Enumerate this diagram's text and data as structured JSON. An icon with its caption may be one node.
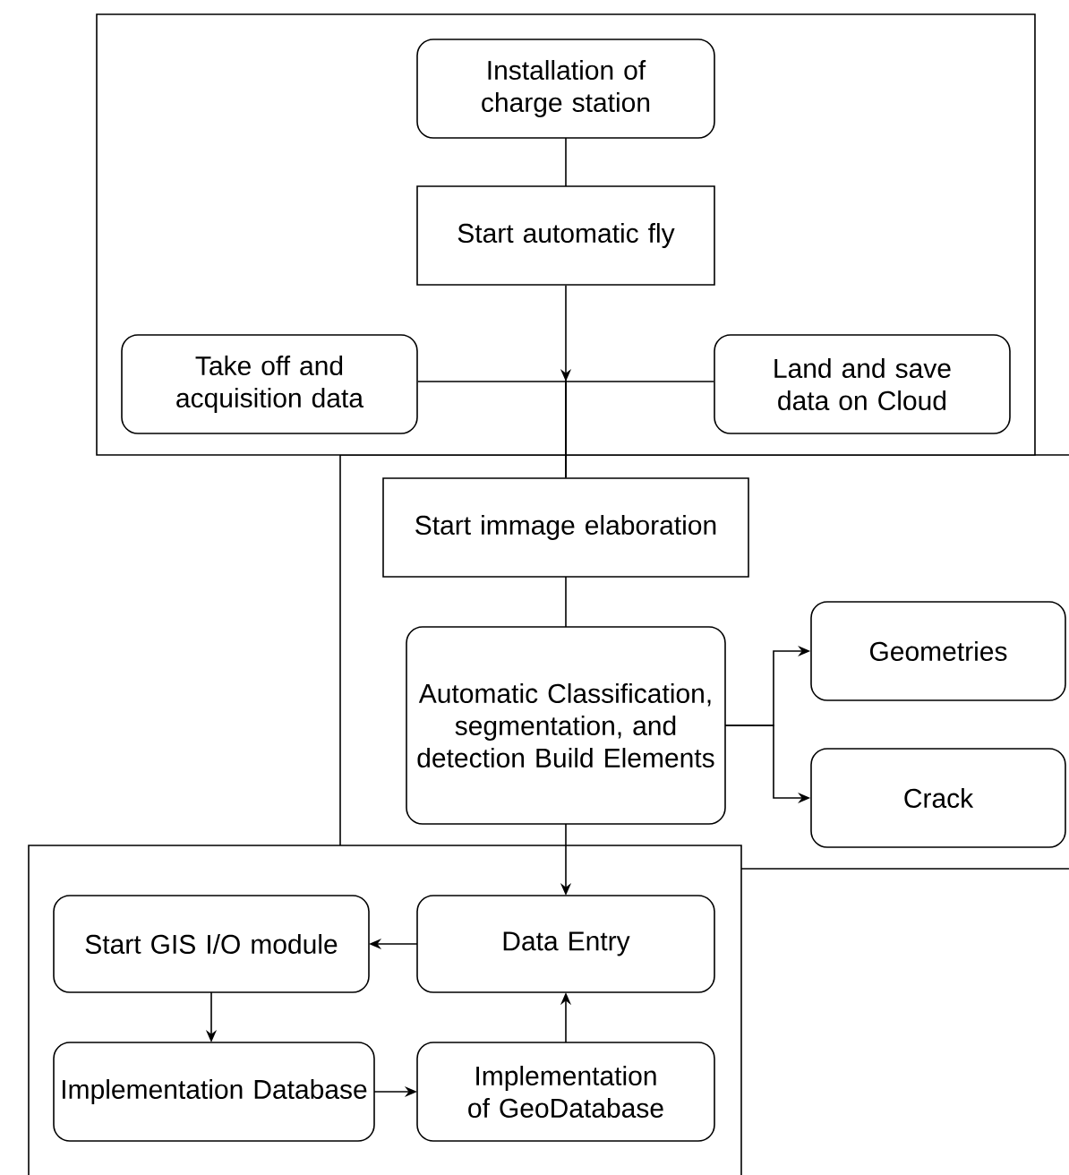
{
  "diagram": {
    "nodes": [
      {
        "text": [],
        "shape": "box"
      },
      {
        "text": [
          "Installation of charge station"
        ],
        "in": 0
      },
      {
        "text": [
          "Start automatic fly"
        ],
        "in": 0
      },
      {
        "text": [
          "Take off and acquisition data"
        ],
        "in": 0
      },
      {
        "text": [
          "Land and save data on Cloud"
        ],
        "in": 0
      },
      {
        "text": [],
        "shape": "box"
      },
      {
        "text": [
          "Start immage elaboration"
        ],
        "in": 5
      },
      {
        "text": [
          "Automatic Classification, segmentation, and detection Build Elements"
        ],
        "in": 5
      },
      {
        "text": [
          "Geometries"
        ],
        "in": 5
      },
      {
        "text": [
          "Crack"
        ],
        "in": 5
      },
      {
        "text": [],
        "shape": "box"
      },
      {
        "text": [
          "Start GIS I/O module"
        ],
        "in": 10
      },
      {
        "text": [
          "Data Entry"
        ],
        "in": 10
      },
      {
        "text": [
          "Implementation Database"
        ],
        "in": 10
      },
      {
        "text": [
          "Implementation of GeoDatabase"
        ],
        "in": 10
      }
    ],
    "edges": [
      {
        "from": 1,
        "to": 2,
        "arrow": "none"
      },
      {
        "from": 2,
        "to": 6,
        "arrow": "to"
      },
      {
        "from": 3,
        "to": 6,
        "arrow": "none"
      },
      {
        "from": 4,
        "to": 6,
        "arrow": "none"
      },
      {
        "from": 6,
        "to": 7,
        "arrow": "none"
      },
      {
        "from": 7,
        "to": 8,
        "arrow": "to"
      },
      {
        "from": 7,
        "to": 9,
        "arrow": "to"
      },
      {
        "from": 7,
        "to": 12,
        "arrow": "to"
      },
      {
        "from": 12,
        "to": 11,
        "arrow": "to"
      },
      {
        "from": 11,
        "to": 13,
        "arrow": "to"
      },
      {
        "from": 13,
        "to": 14,
        "arrow": "to"
      },
      {
        "from": 14,
        "to": 12,
        "arrow": "to"
      }
    ]
  }
}
